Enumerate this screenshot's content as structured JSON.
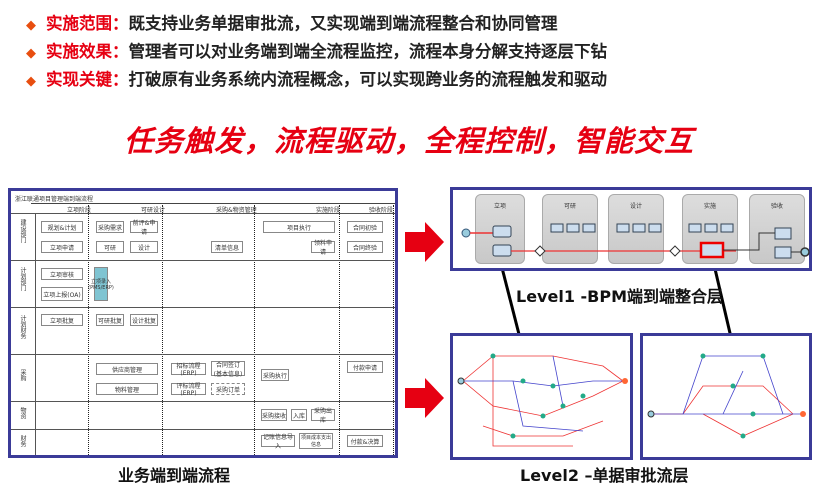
{
  "bullets": [
    {
      "key": "实施范围：",
      "text": "既支持业务单据审批流，又实现端到端流程整合和协同管理"
    },
    {
      "key": "实施效果：",
      "text": "管理者可以对业务端到端全流程监控，流程本身分解支持逐层下钻"
    },
    {
      "key": "实现关键：",
      "text": "打破原有业务系统内流程概念，可以实现跨业务的流程触发和驱动"
    }
  ],
  "tagline": "任务触发，流程驱动，全程控制，智能交互",
  "left_diagram": {
    "title": "浙江联通项目管理端到端流程",
    "phases": [
      "立项阶段",
      "可研设计",
      "采购&物资管理",
      "实施阶段",
      "验收阶段"
    ],
    "lanes": [
      "建设部门",
      "计划部门",
      "计划财务",
      "采购",
      "物资",
      "财务"
    ],
    "boxes": [
      "规划&计划",
      "立项申请",
      "立项审核",
      "立项上报(OA)",
      "立项批复",
      "采购需求",
      "前评&申请",
      "可研",
      "设计",
      "可研批复",
      "设计批复",
      "立项录入(PMS/ERP)",
      "清单信息",
      "项目执行",
      "领料申请",
      "合同初验",
      "合同终验",
      "供应商管理",
      "物料管理",
      "招标流程(ERP)",
      "评标流程(ERP)",
      "合同签订(基本信息)",
      "采购订单",
      "采购执行",
      "付款申请",
      "采购接收",
      "入库",
      "采购出库",
      "记账信息导入",
      "项目成本支出信息",
      "付款&决算"
    ],
    "caption": "业务端到端流程"
  },
  "level1": {
    "pools": [
      "立项",
      "可研",
      "设计",
      "实施",
      "验收"
    ],
    "caption": "Level1 -BPM端到端整合层"
  },
  "level2": {
    "caption": "Level2 –单据审批流层"
  },
  "colors": {
    "accent": "#e60012",
    "frame": "#3b3b98"
  }
}
